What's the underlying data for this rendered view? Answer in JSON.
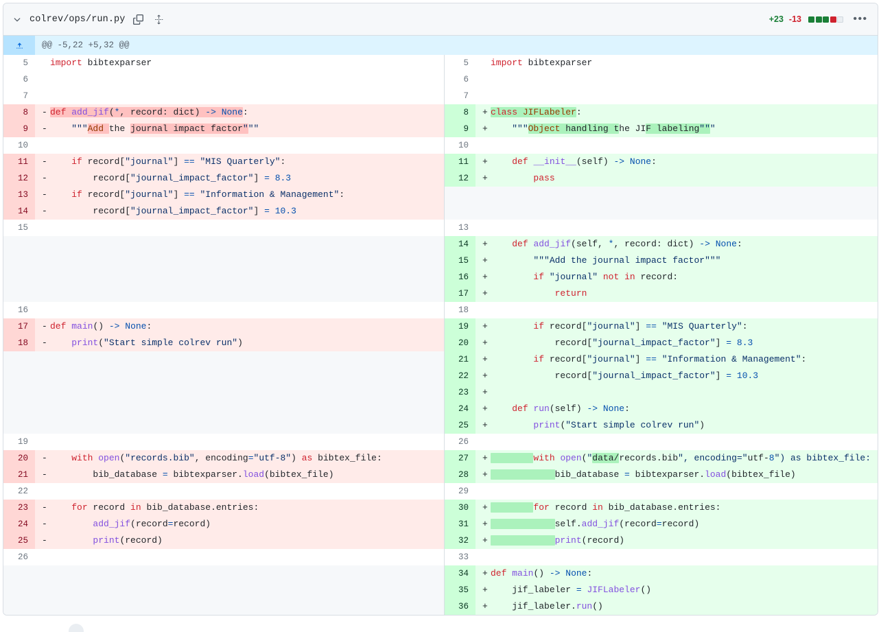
{
  "header": {
    "filename": "colrev/ops/run.py",
    "chevron_icon": "chevron-down-icon",
    "copy_icon": "copy-icon",
    "expand_icon": "move-vertical-icon",
    "additions": "+23",
    "deletions": "-13",
    "kebab": "•••",
    "diff_blocks": [
      "g",
      "g",
      "g",
      "r",
      "n"
    ],
    "colors": {
      "addition": "#1a7f37",
      "deletion": "#cf222e",
      "hunk_bg": "#ddf4ff",
      "add_row_bg": "#e6ffec",
      "del_row_bg": "#ffebe9",
      "add_gutter_bg": "#ccffd8",
      "del_gutter_bg": "#ffd7d5",
      "word_add": "#abf2bc",
      "word_del": "#ffc1c0"
    }
  },
  "hunk": {
    "label": "@@ -5,22 +5,32 @@",
    "expand_icon": "expand-up-icon"
  },
  "rows": [
    {
      "type": "ctx",
      "ln": "5",
      "rn": "5",
      "lkey": "l5",
      "rkey": "r5"
    },
    {
      "type": "ctx",
      "ln": "6",
      "rn": "6",
      "lkey": "blank",
      "rkey": "blank"
    },
    {
      "type": "ctx",
      "ln": "7",
      "rn": "7",
      "lkey": "blank",
      "rkey": "blank"
    },
    {
      "type": "chg",
      "ln": "8",
      "rn": "8",
      "lkey": "l8",
      "rkey": "r8"
    },
    {
      "type": "chg",
      "ln": "9",
      "rn": "9",
      "lkey": "l9",
      "rkey": "r9"
    },
    {
      "type": "ctx",
      "ln": "10",
      "rn": "10",
      "lkey": "blank",
      "rkey": "blank"
    },
    {
      "type": "chg",
      "ln": "11",
      "rn": "11",
      "lkey": "l11",
      "rkey": "r11"
    },
    {
      "type": "chg",
      "ln": "12",
      "rn": "12",
      "lkey": "l12",
      "rkey": "r12"
    },
    {
      "type": "del",
      "ln": "13",
      "rn": "",
      "lkey": "l13",
      "rkey": ""
    },
    {
      "type": "del",
      "ln": "14",
      "rn": "",
      "lkey": "l14",
      "rkey": ""
    },
    {
      "type": "ctx",
      "ln": "15",
      "rn": "13",
      "lkey": "blank",
      "rkey": "blank"
    },
    {
      "type": "addonly",
      "ln": "",
      "rn": "14",
      "lkey": "",
      "rkey": "r14"
    },
    {
      "type": "addonly",
      "ln": "",
      "rn": "15",
      "lkey": "",
      "rkey": "r15"
    },
    {
      "type": "addonly",
      "ln": "",
      "rn": "16",
      "lkey": "",
      "rkey": "r16"
    },
    {
      "type": "addonly",
      "ln": "",
      "rn": "17",
      "lkey": "",
      "rkey": "r17"
    },
    {
      "type": "ctx",
      "ln": "16",
      "rn": "18",
      "lkey": "blank",
      "rkey": "blank"
    },
    {
      "type": "chg",
      "ln": "17",
      "rn": "19",
      "lkey": "l17",
      "rkey": "r19"
    },
    {
      "type": "chg",
      "ln": "18",
      "rn": "20",
      "lkey": "l18",
      "rkey": "r20"
    },
    {
      "type": "addonly",
      "ln": "",
      "rn": "21",
      "lkey": "",
      "rkey": "r21"
    },
    {
      "type": "addonly",
      "ln": "",
      "rn": "22",
      "lkey": "",
      "rkey": "r22"
    },
    {
      "type": "addonly",
      "ln": "",
      "rn": "23",
      "lkey": "",
      "rkey": "r23"
    },
    {
      "type": "addonly",
      "ln": "",
      "rn": "24",
      "lkey": "",
      "rkey": "r24"
    },
    {
      "type": "addonly",
      "ln": "",
      "rn": "25",
      "lkey": "",
      "rkey": "r25"
    },
    {
      "type": "ctx",
      "ln": "19",
      "rn": "26",
      "lkey": "blank",
      "rkey": "blank"
    },
    {
      "type": "chg",
      "ln": "20",
      "rn": "27",
      "lkey": "l20",
      "rkey": "r27"
    },
    {
      "type": "chg",
      "ln": "21",
      "rn": "28",
      "lkey": "l21",
      "rkey": "r28"
    },
    {
      "type": "ctx",
      "ln": "22",
      "rn": "29",
      "lkey": "blank",
      "rkey": "blank"
    },
    {
      "type": "chg",
      "ln": "23",
      "rn": "30",
      "lkey": "l23",
      "rkey": "r30"
    },
    {
      "type": "chg",
      "ln": "24",
      "rn": "31",
      "lkey": "l24",
      "rkey": "r31"
    },
    {
      "type": "chg",
      "ln": "25",
      "rn": "32",
      "lkey": "l25",
      "rkey": "r32"
    },
    {
      "type": "ctx",
      "ln": "26",
      "rn": "33",
      "lkey": "blank",
      "rkey": "blank"
    },
    {
      "type": "addonly",
      "ln": "",
      "rn": "34",
      "lkey": "",
      "rkey": "r34"
    },
    {
      "type": "addonly",
      "ln": "",
      "rn": "35",
      "lkey": "",
      "rkey": "r35"
    },
    {
      "type": "addonly",
      "ln": "",
      "rn": "36",
      "lkey": "",
      "rkey": "r36"
    }
  ],
  "code": {
    "blank": "",
    "l5": "import bibtexparser",
    "r5": "import bibtexparser",
    "l8": "def add_jif(*, record: dict) -> None:",
    "r8": "class JIFLabeler:",
    "l9": "    \"\"\"Add the journal impact factor\"\"\"",
    "r9": "    \"\"\"Object handling the JIF labeling\"\"\"",
    "l11": "    if record[\"journal\"] == \"MIS Quarterly\":",
    "r11": "    def __init__(self) -> None:",
    "l12": "        record[\"journal_impact_factor\"] = 8.3",
    "r12": "        pass",
    "l13": "    if record[\"journal\"] == \"Information & Management\":",
    "l14": "        record[\"journal_impact_factor\"] = 10.3",
    "r14": "    def add_jif(self, *, record: dict) -> None:",
    "r15": "        \"\"\"Add the journal impact factor\"\"\"",
    "r16": "        if \"journal\" not in record:",
    "r17": "            return",
    "l17": "def main() -> None:",
    "r19": "        if record[\"journal\"] == \"MIS Quarterly\":",
    "l18": "    print(\"Start simple colrev run\")",
    "r20": "            record[\"journal_impact_factor\"] = 8.3",
    "r21": "        if record[\"journal\"] == \"Information & Management\":",
    "r22": "            record[\"journal_impact_factor\"] = 10.3",
    "r23": "",
    "r24": "    def run(self) -> None:",
    "r25": "        print(\"Start simple colrev run\")",
    "l20": "    with open(\"records.bib\", encoding=\"utf-8\") as bibtex_file:",
    "r27": "        with open(\"data/records.bib\", encoding=\"utf-8\") as bibtex_file:",
    "l21": "        bib_database = bibtexparser.load(bibtex_file)",
    "r28": "            bib_database = bibtexparser.load(bibtex_file)",
    "l23": "    for record in bib_database.entries:",
    "r30": "        for record in bib_database.entries:",
    "l24": "        add_jif(record=record)",
    "r31": "            self.add_jif(record=record)",
    "l25": "        print(record)",
    "r32": "            print(record)",
    "r34": "def main() -> None:",
    "r35": "    jif_labeler = JIFLabeler()",
    "r36": "    jif_labeler.run()"
  }
}
